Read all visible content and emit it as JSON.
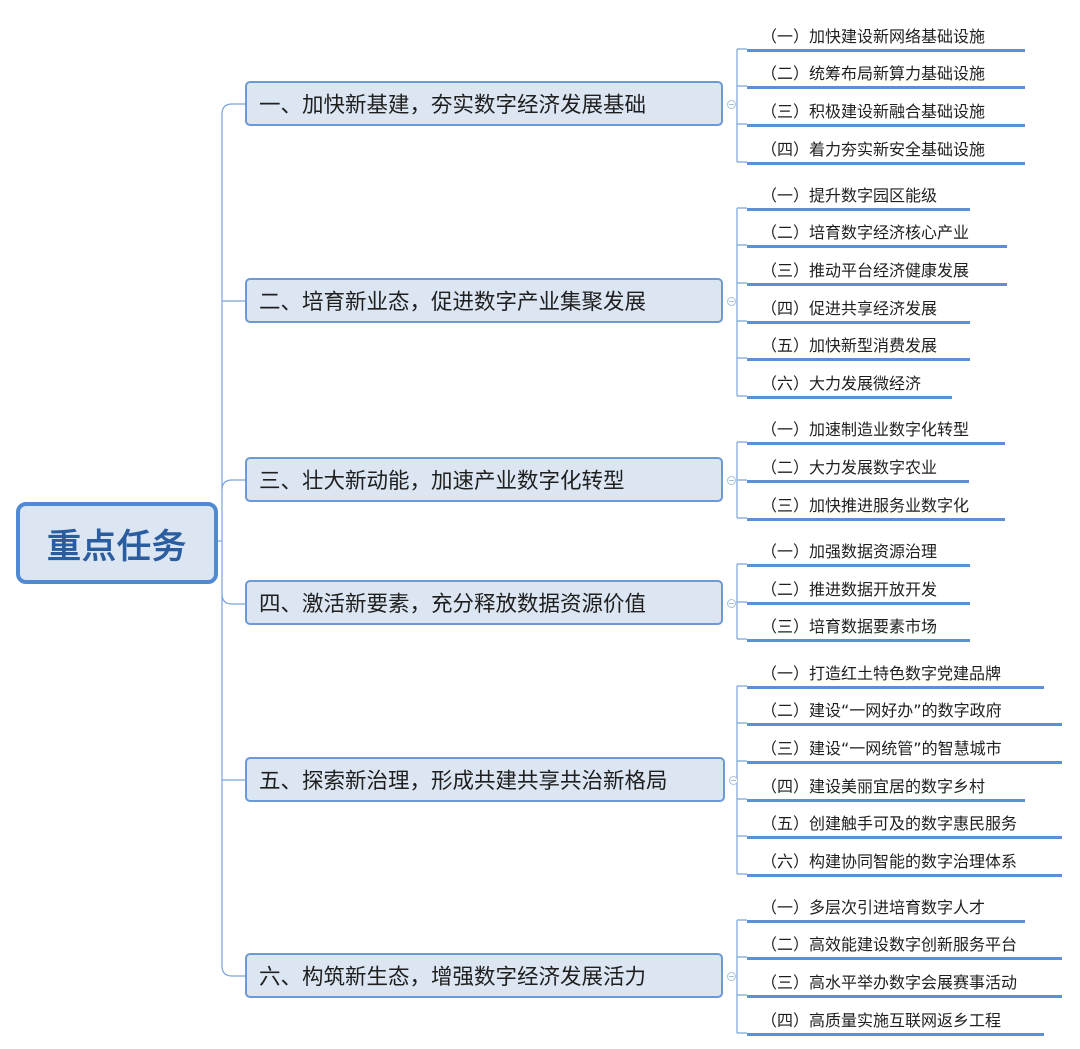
{
  "root": {
    "label": "重点任务"
  },
  "colors": {
    "root_border": "#4f8ad3",
    "box_fill": "#dce6f2",
    "topic_border": "#6d9ad4",
    "underline": "#5b8fd6",
    "connector": "#7aa3d8",
    "root_text": "#2a5d9f"
  },
  "topics": [
    {
      "label": "一、加快新基建，夯实数字经济发展基础",
      "children": [
        "（一）加快建设新网络基础设施",
        "（二）统筹布局新算力基础设施",
        "（三）积极建设新融合基础设施",
        "（四）着力夯实新安全基础设施"
      ]
    },
    {
      "label": "二、培育新业态，促进数字产业集聚发展",
      "children": [
        "（一）提升数字园区能级",
        "（二）培育数字经济核心产业",
        "（三）推动平台经济健康发展",
        "（四）促进共享经济发展",
        "（五）加快新型消费发展",
        "（六）大力发展微经济"
      ]
    },
    {
      "label": "三、壮大新动能，加速产业数字化转型",
      "children": [
        "（一）加速制造业数字化转型",
        "（二）大力发展数字农业",
        "（三）加快推进服务业数字化"
      ]
    },
    {
      "label": "四、激活新要素，充分释放数据资源价值",
      "children": [
        "（一）加强数据资源治理",
        "（二）推进数据开放开发",
        "（三）培育数据要素市场"
      ]
    },
    {
      "label": "五、探索新治理，形成共建共享共治新格局",
      "children": [
        "（一）打造红土特色数字党建品牌",
        "（二）建设“一网好办”的数字政府",
        "（三）建设“一网统管”的智慧城市",
        "（四）建设美丽宜居的数字乡村",
        "（五）创建触手可及的数字惠民服务",
        "（六）构建协同智能的数字治理体系"
      ]
    },
    {
      "label": "六、构筑新生态，增强数字经济发展活力",
      "children": [
        "（一）多层次引进培育数字人才",
        "（二）高效能建设数字创新服务平台",
        "（三）高水平举办数字会展赛事活动",
        "（四）高质量实施互联网返乡工程"
      ]
    }
  ]
}
